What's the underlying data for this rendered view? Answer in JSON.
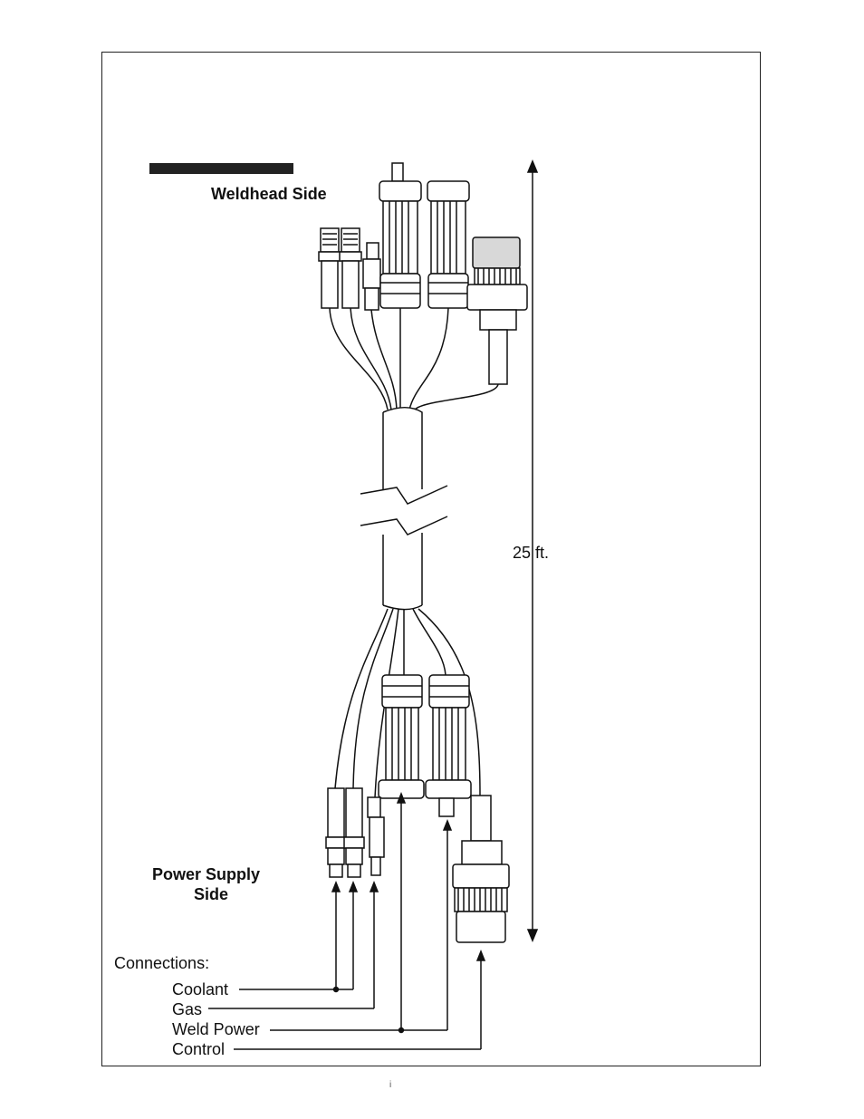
{
  "labels": {
    "weldhead_side": "Weldhead Side",
    "power_supply_side_line1": "Power Supply",
    "power_supply_side_line2": "Side",
    "length": "25 ft.",
    "connections_title": "Connections:",
    "coolant": "Coolant",
    "gas": "Gas",
    "weld_power": "Weld Power",
    "control": "Control"
  },
  "page_mark": "i",
  "colors": {
    "line": "#111111",
    "background": "#ffffff"
  }
}
